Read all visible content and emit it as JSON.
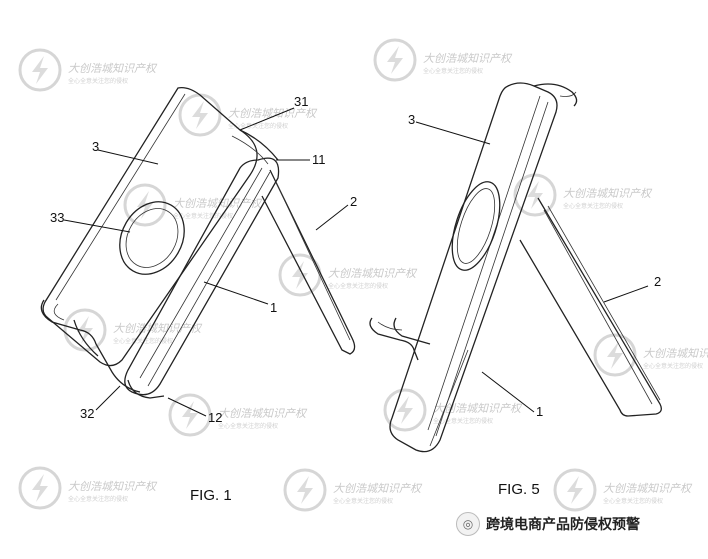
{
  "figure1": {
    "caption": "FIG. 1",
    "labels": [
      "31",
      "3",
      "11",
      "2",
      "33",
      "1",
      "32",
      "12"
    ]
  },
  "figure5": {
    "caption": "FIG. 5",
    "labels": [
      "3",
      "2",
      "1"
    ]
  },
  "watermark": {
    "name": "大创浩城知识产权",
    "tagline": "全心全意关注您的侵权"
  },
  "brand": {
    "icon": "wechat-icon",
    "text": "跨境电商产品防侵权预警"
  }
}
